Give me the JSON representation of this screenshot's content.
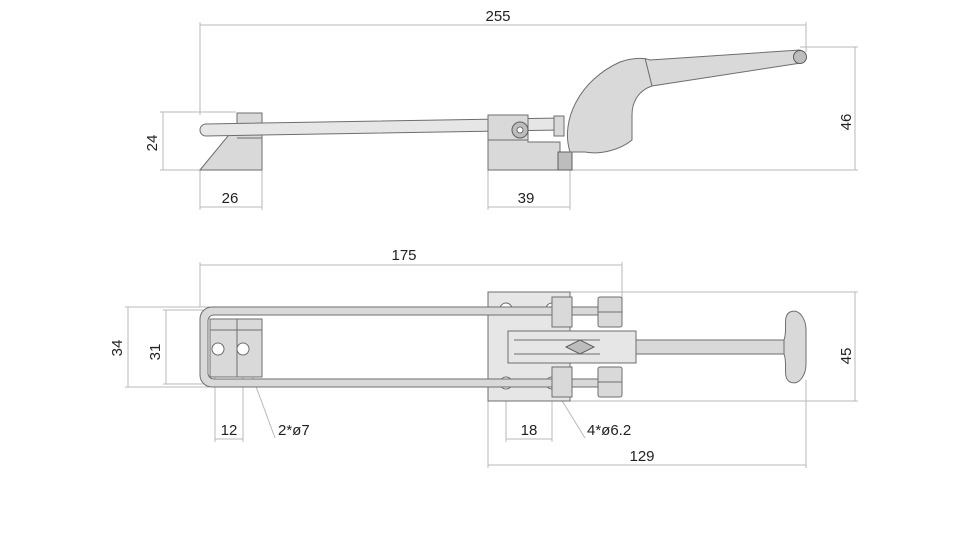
{
  "side_view": {
    "dim_total_length": "255",
    "dim_height": "46",
    "dim_catch_height": "24",
    "dim_catch_width": "26",
    "dim_base_width": "39"
  },
  "top_view": {
    "dim_loop_length": "175",
    "dim_outer_width": "34",
    "dim_inner_width": "31",
    "dim_catch_hole_spacing": "12",
    "note_catch_holes": "2*ø7",
    "dim_base_hole_spacing": "18",
    "note_base_holes": "4*ø6.2",
    "dim_base_length": "129",
    "dim_total_width": "45"
  },
  "colors": {
    "part_fill": "#d9d9d9",
    "outline": "#6e6e6e",
    "dimension_line": "#b9b9b9"
  }
}
